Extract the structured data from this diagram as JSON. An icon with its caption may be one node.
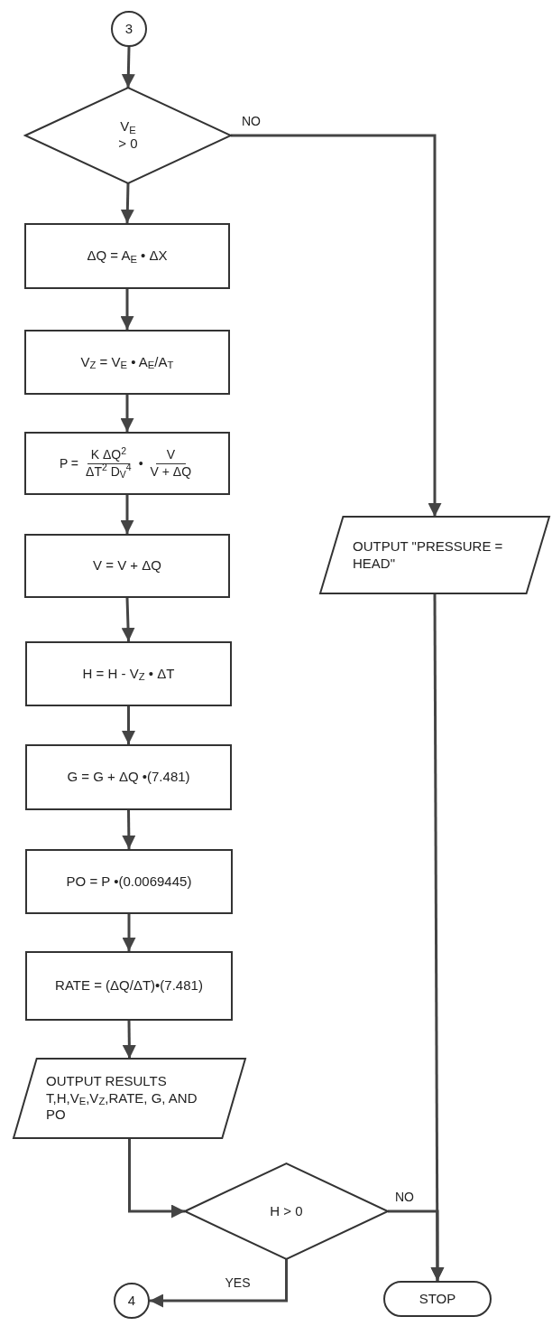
{
  "diagram": {
    "nodes": [
      {
        "text": [
          "3"
        ]
      },
      {
        "text": [
          "V$_{E}$ > 0"
        ]
      },
      {
        "text": [
          "ΔQ = A$_{E}$ • ΔX"
        ]
      },
      {
        "text": [
          "V$_{Z}$ = V$_{E}$ • A$_{E}$/A$_{T}$"
        ]
      },
      {
        "text": [
          "P =",
          "K ΔQ$^{2}$",
          "ΔT$^{2}$ D$_{V}$$^{4}$",
          "•",
          "V",
          "V + ΔQ"
        ]
      },
      {
        "text": [
          "V = V + ΔQ"
        ]
      },
      {
        "text": [
          "H = H - V$_{Z}$ • ΔT"
        ]
      },
      {
        "text": [
          "G = G + ΔQ •(7.481)"
        ]
      },
      {
        "text": [
          "PO = P •(0.0069445)"
        ]
      },
      {
        "text": [
          "RATE = (ΔQ/ΔT)•(7.481)"
        ]
      },
      {
        "text": [
          "OUTPUT RESULTS T,H,V$_{E}$,V$_{Z}$,RATE, G, AND PO"
        ]
      },
      {
        "text": [
          "H > 0"
        ]
      },
      {
        "text": [
          "4"
        ]
      },
      {
        "text": [
          "OUTPUT \"PRESSURE = HEAD\""
        ]
      },
      {
        "text": [
          "STOP"
        ]
      }
    ],
    "edges": [
      {
        "from": 0,
        "to": 1,
        "arrow": "to"
      },
      {
        "from": 1,
        "to": 2,
        "arrow": "to"
      },
      {
        "from": 1,
        "to": 13,
        "arrow": "to",
        "label": "NO"
      },
      {
        "from": 2,
        "to": 3,
        "arrow": "to"
      },
      {
        "from": 3,
        "to": 4,
        "arrow": "to"
      },
      {
        "from": 4,
        "to": 5,
        "arrow": "to"
      },
      {
        "from": 5,
        "to": 6,
        "arrow": "to"
      },
      {
        "from": 6,
        "to": 7,
        "arrow": "to"
      },
      {
        "from": 7,
        "to": 8,
        "arrow": "to"
      },
      {
        "from": 8,
        "to": 9,
        "arrow": "to"
      },
      {
        "from": 9,
        "to": 10,
        "arrow": "to"
      },
      {
        "from": 10,
        "to": 11,
        "arrow": "to"
      },
      {
        "from": 11,
        "to": 12,
        "arrow": "to",
        "label": "YES"
      },
      {
        "from": 11,
        "to": 14,
        "arrow": "to",
        "label": "NO"
      },
      {
        "from": 13,
        "to": 14,
        "arrow": "to"
      }
    ]
  }
}
